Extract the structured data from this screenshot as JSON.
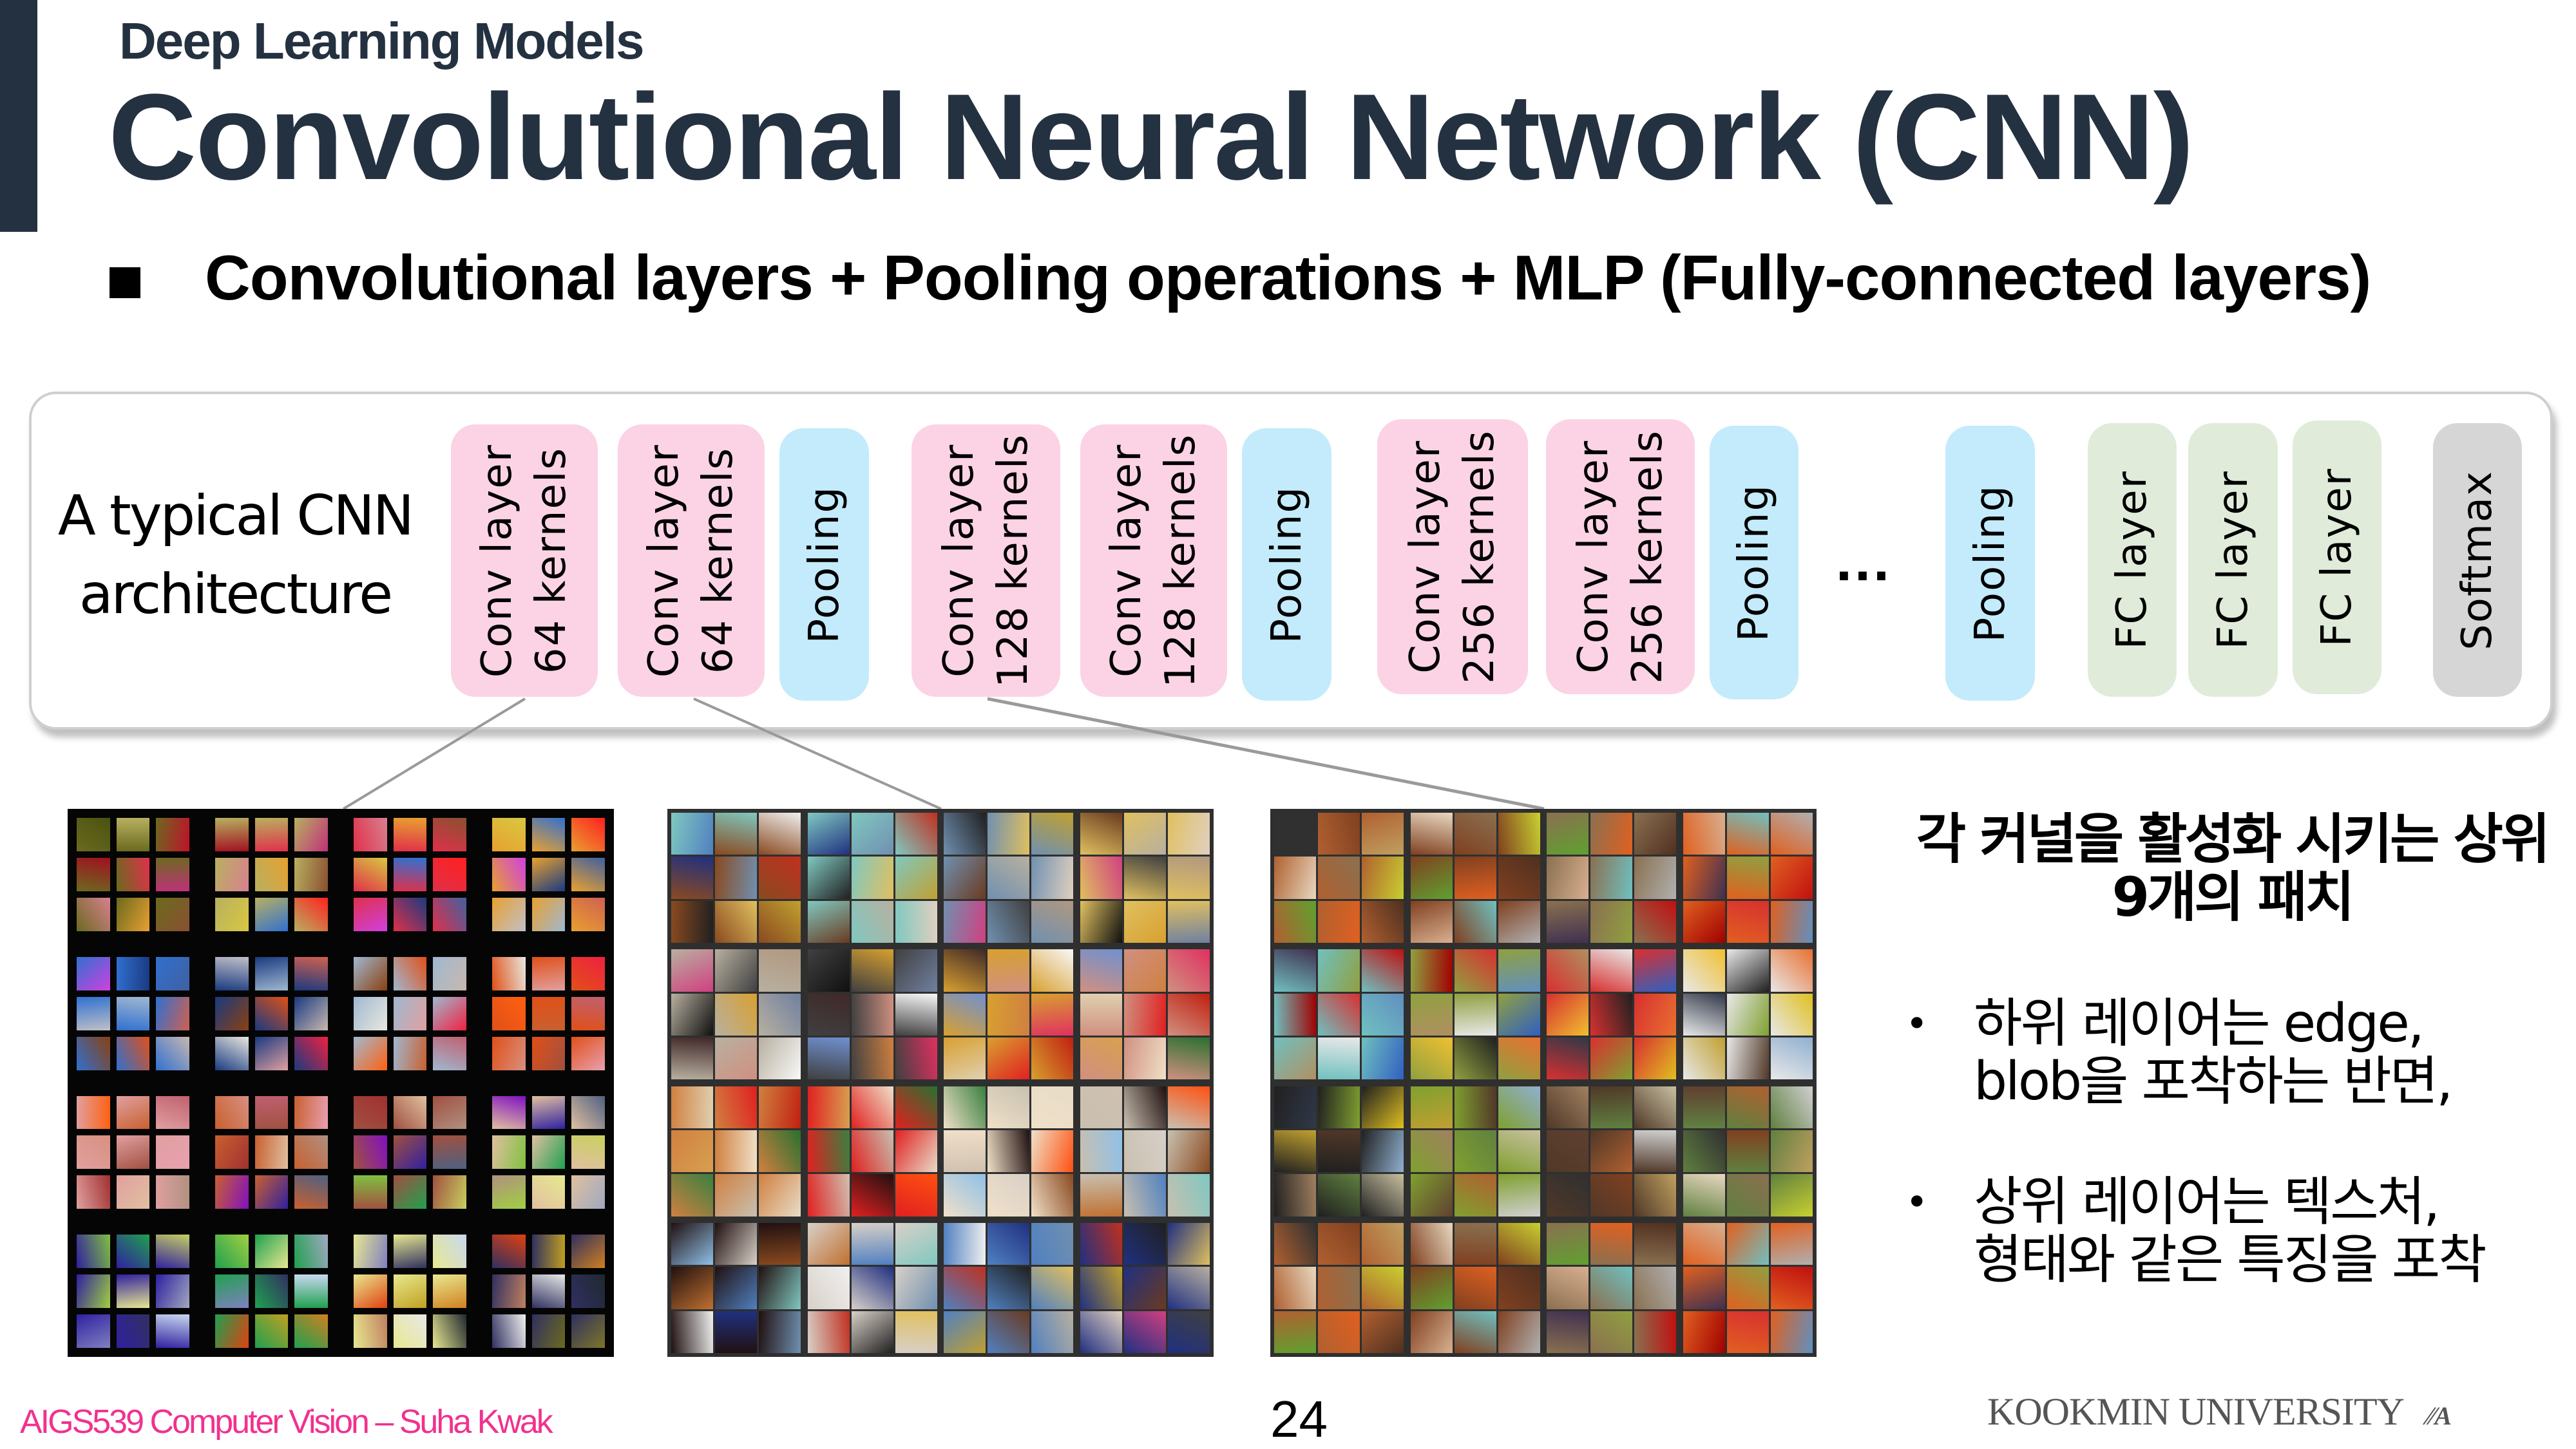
{
  "header": {
    "section_title": "Deep Learning Models",
    "main_title": "Convolutional Neural Network (CNN)",
    "bullet_text": "Convolutional layers + Pooling operations + MLP (Fully-connected layers)"
  },
  "architecture": {
    "label_line1": "A typical CNN",
    "label_line2": "architecture",
    "ellipsis": "...",
    "layers": [
      {
        "type": "conv",
        "label": "Conv layer\n64 kernels"
      },
      {
        "type": "conv",
        "label": "Conv layer\n64 kernels"
      },
      {
        "type": "pool",
        "label": "Pooling"
      },
      {
        "type": "conv",
        "label": "Conv layer\n128 kernels"
      },
      {
        "type": "conv",
        "label": "Conv layer\n128 kernels"
      },
      {
        "type": "pool",
        "label": "Pooling"
      },
      {
        "type": "conv",
        "label": "Conv layer\n256 kernels"
      },
      {
        "type": "conv",
        "label": "Conv layer\n256 kernels"
      },
      {
        "type": "pool",
        "label": "Pooling"
      },
      {
        "type": "pool",
        "label": "Pooling"
      },
      {
        "type": "fc",
        "label": "FC layer"
      },
      {
        "type": "fc",
        "label": "FC layer"
      },
      {
        "type": "fc",
        "label": "FC layer"
      },
      {
        "type": "softmax",
        "label": "Softmax"
      }
    ],
    "colors": {
      "conv": "#fbd3e4",
      "pool": "#c3ebfb",
      "fc": "#e0ecd9",
      "softmax": "#d6d6d6"
    }
  },
  "panels": {
    "panel_1_palette": [
      "#6b6a1f",
      "#7d7528",
      "#4a5210",
      "#b8b060",
      "#c0102a",
      "#a01020",
      "#e0304a",
      "#c0307a",
      "#d88090",
      "#e8a030",
      "#8a5030",
      "#d8c840",
      "#3070d0",
      "#ff2020",
      "#d040e0",
      "#1a3a80",
      "#4060a0",
      "#c0c0c8",
      "#a0b8d0",
      "#d06050",
      "#8a4010",
      "#e05018",
      "#c8b8b0",
      "#e8e8e0",
      "#e0a0a0",
      "#f02040",
      "#ff6010",
      "#c86030",
      "#c06070",
      "#d89080",
      "#a05040",
      "#e8a0b0",
      "#a03030",
      "#e0c0a0",
      "#b09080",
      "#8010c0",
      "#3020a0",
      "#506080",
      "#80c040",
      "#20a050",
      "#c8d060",
      "#a0d040",
      "#e8e890",
      "#a0a8c0",
      "#8080c0",
      "#303060",
      "#c8d8f0",
      "#e04010",
      "#c0a020",
      "#d08020",
      "#c08060",
      "#e8e8e8",
      "#202830",
      "#f0f0f0"
    ],
    "panel_2_palette": [
      "#d8d0c8",
      "#8a4a20",
      "#c07030",
      "#5080c0",
      "#80c8c0",
      "#f0f0f0",
      "#203080",
      "#7090b0",
      "#c03020",
      "#202020",
      "#e0c060",
      "#c0a030",
      "#6a3a20",
      "#b8b0a0",
      "#e0d0c0",
      "#d04080",
      "#404040",
      "#b09880",
      "#101010",
      "#d8a030",
      "#7080a0",
      "#402828",
      "#d09080",
      "#f8f8f8",
      "#7090d0",
      "#d08040",
      "#e03060",
      "#e0d0b0",
      "#e02020",
      "#c02010",
      "#d8a050",
      "#f0e0c8",
      "#2a7030",
      "#3a8040",
      "#c8c0b0",
      "#e8dcc8",
      "#d0c0b0",
      "#201010",
      "#ff5010",
      "#90c0e8"
    ],
    "panel_3_palette": [
      "#c8c0a0",
      "#604030",
      "#b06030",
      "#d0d0d0",
      "#303030",
      "#804020",
      "#c0a060",
      "#e8d8c0",
      "#8a7050",
      "#c8d030",
      "#60a030",
      "#e06020",
      "#503020",
      "#d8b090",
      "#70c0c0",
      "#b0b0b0",
      "#403050",
      "#90a040",
      "#c01010",
      "#a00000",
      "#d83030",
      "#6090c0",
      "#b09060",
      "#e8e8e8",
      "#3060c0",
      "#f0c030",
      "#202020",
      "#e87030",
      "#303848",
      "#80a030",
      "#e0c020",
      "#c0a030",
      "#503828",
      "#90b0d0",
      "#a08060",
      "#608040"
    ]
  },
  "right_text": {
    "heading_line1": "각 커널을 활성화 시키는 상위",
    "heading_line2": "9개의 패치",
    "bullets": [
      {
        "line1": "하위 레이어는 edge,",
        "line2": "blob을 포착하는 반면,"
      },
      {
        "line1": "상위 레이어는 텍스처,",
        "line2": "형태와 같은 특징을 포착"
      }
    ],
    "bullet_glyph": "•"
  },
  "footer": {
    "course": "AIGS539 Computer Vision – Suha Kwak",
    "page_number": "24",
    "university": "KOOKMIN UNIVERSITY",
    "emblem": "⁄⁄A",
    "course_color": "#f1318f"
  },
  "theme": {
    "title_color": "#243140"
  }
}
